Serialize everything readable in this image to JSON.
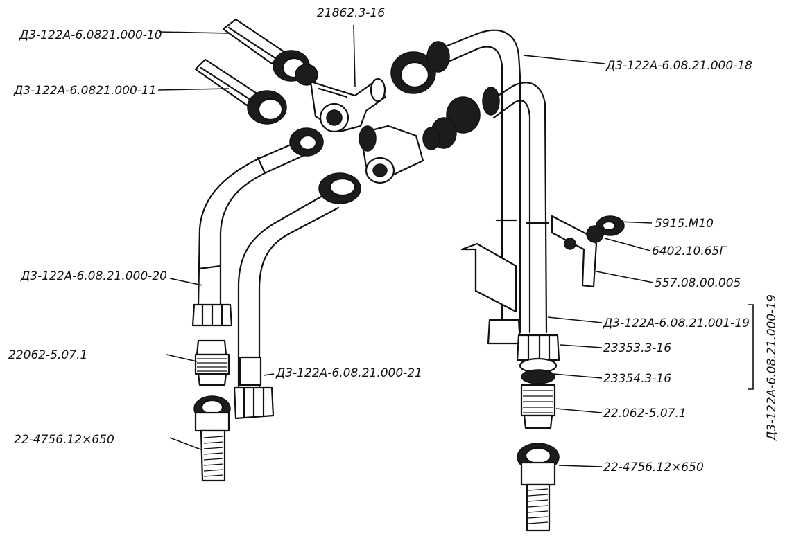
{
  "labels": {
    "hose_10": "Д3-122А-6.0821.000-10",
    "hose_11": "Д3-122А-6.0821.000-11",
    "tee_top": "21862.3-16",
    "hose_18": "Д3-122А-6.08.21.000-18",
    "hose_20": "Д3-122А-6.08.21.000-20",
    "nipple_left": "22062-5.07.1",
    "hose_21": "Д3-122А-6.08.21.000-21",
    "hose_left_bottom": "22-4756.12×650",
    "nut": "5915.М10",
    "washer": "6402.10.65Г",
    "bracket": "557.08.00.005",
    "hose_001_19": "Д3-122А-6.08.21.001-19",
    "fit_23353": "23353.3-16",
    "fit_23354": "23354.3-16",
    "nipple_right": "22.062-5.07.1",
    "hose_right_bottom": "22-4756.12×650",
    "assembly_vertical": "Д3-122А-6.08.21.000-19"
  }
}
